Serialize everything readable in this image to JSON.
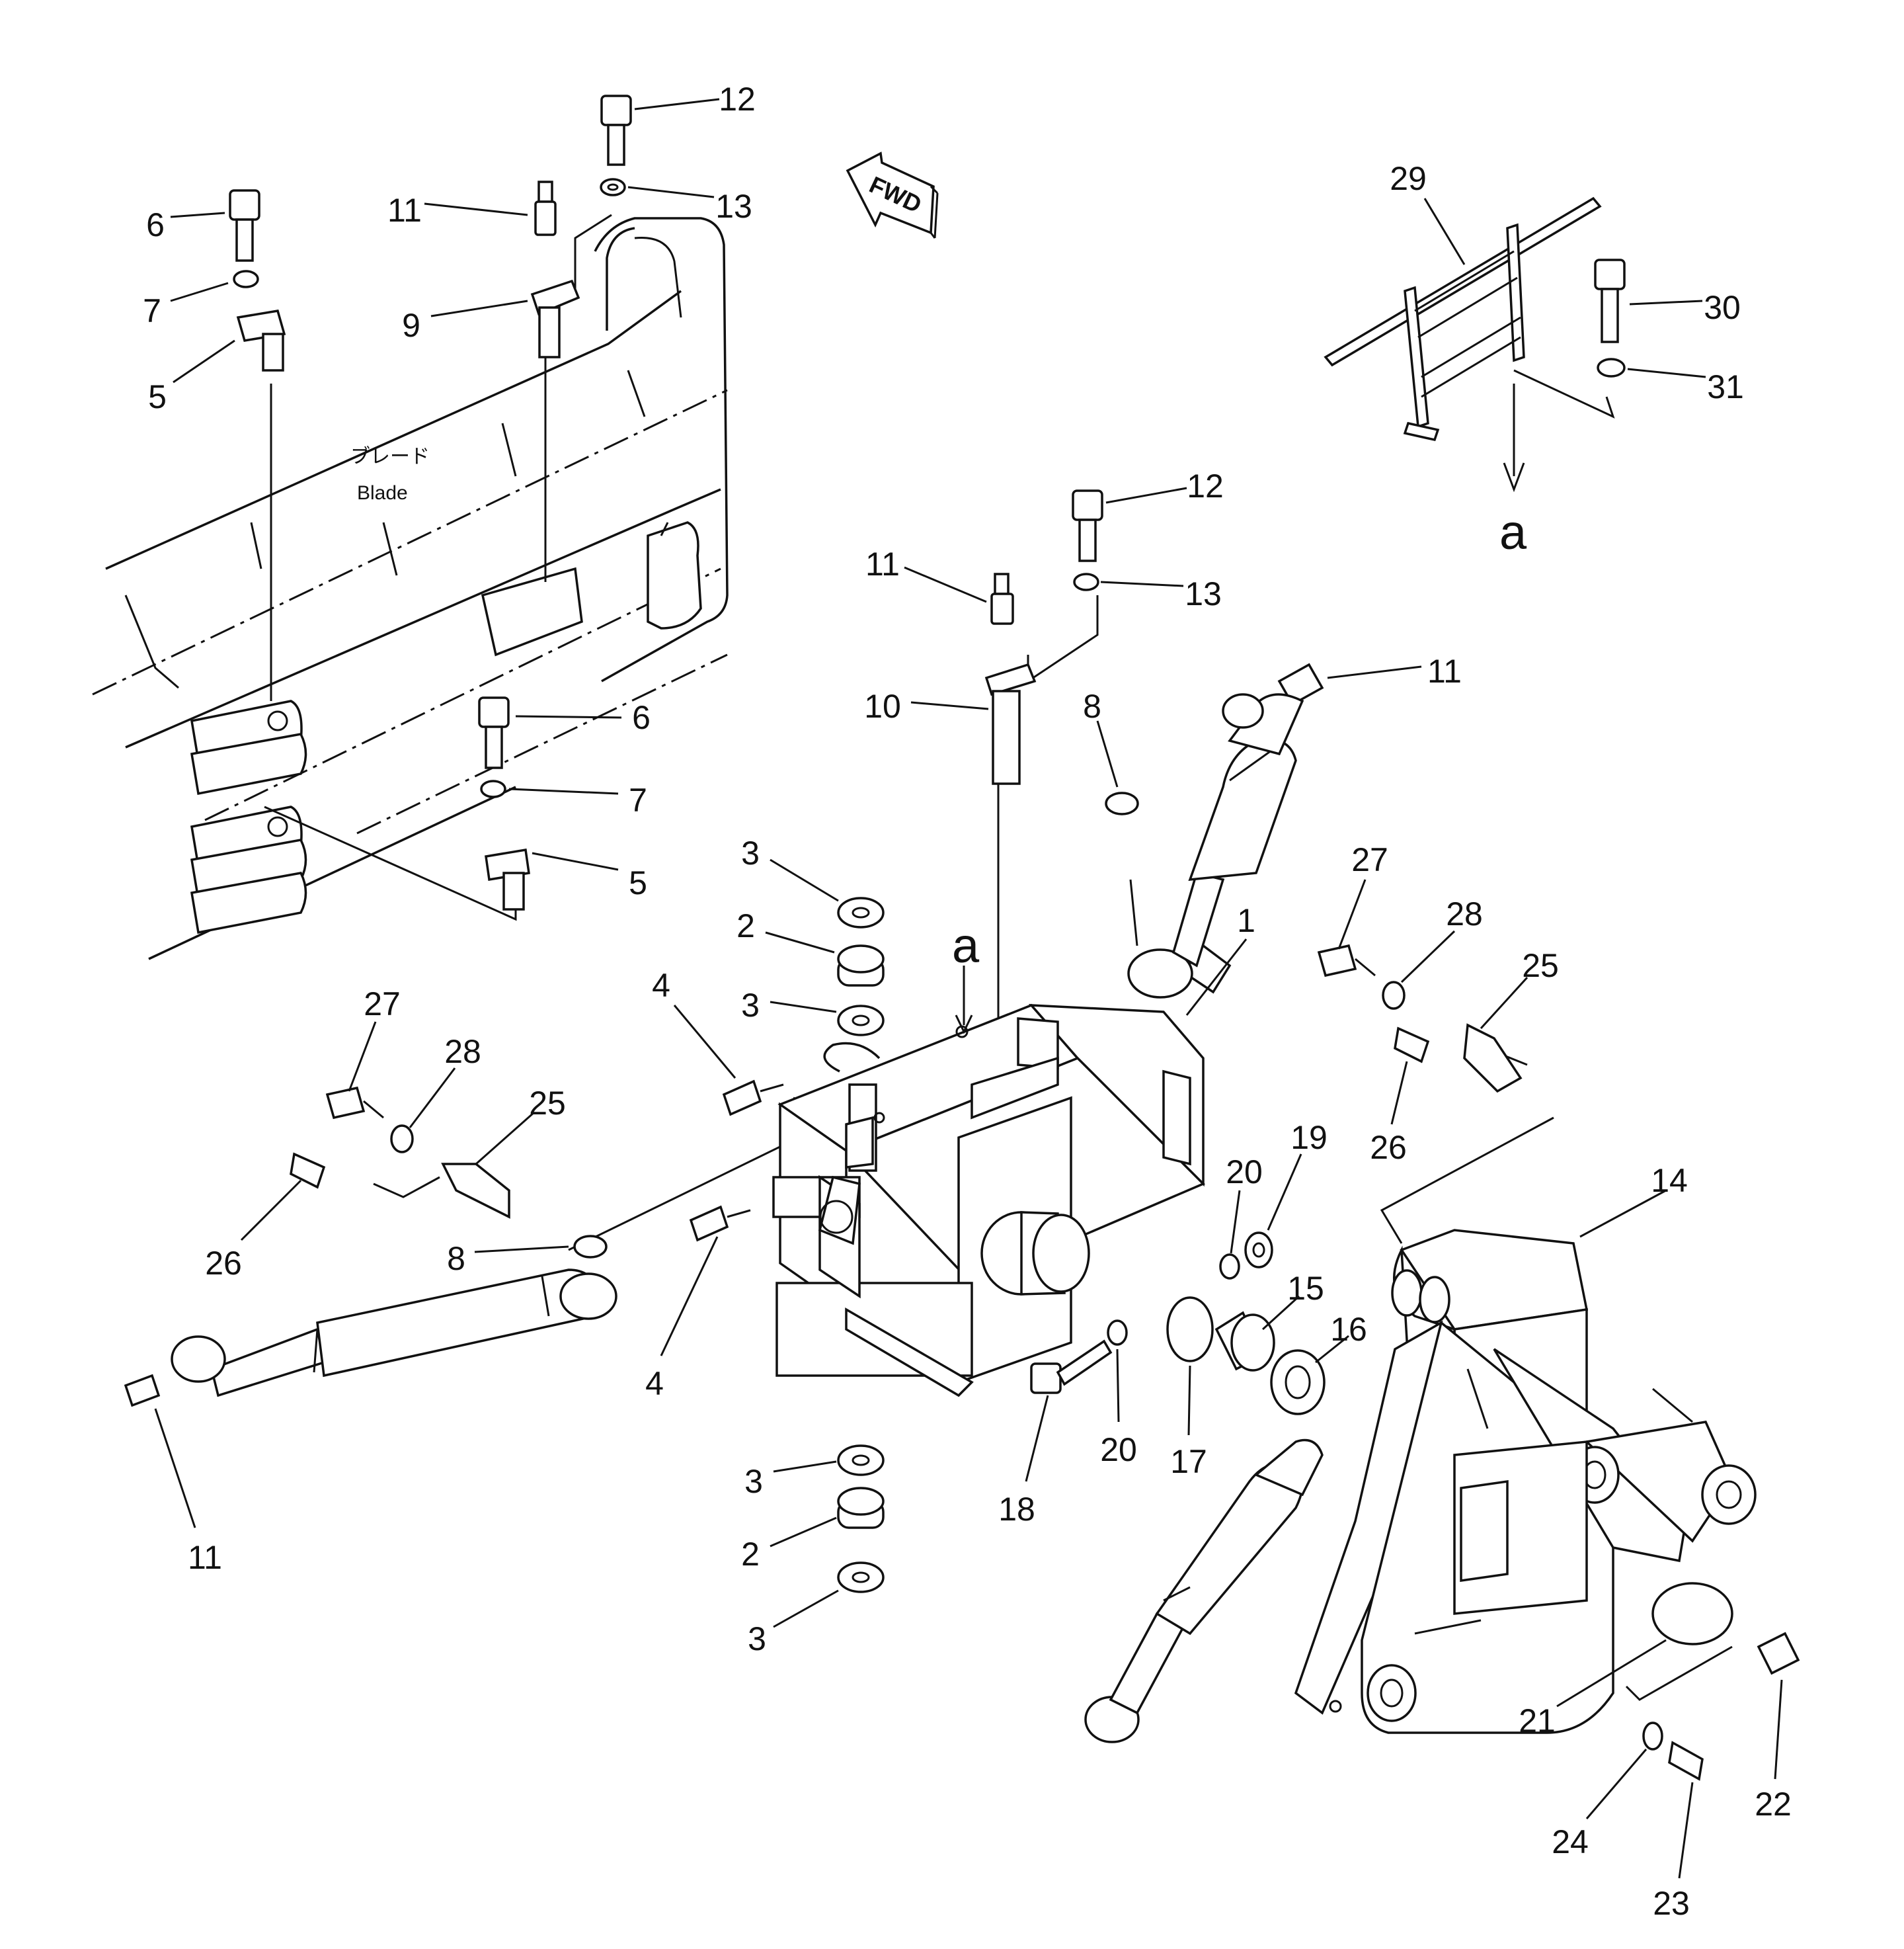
{
  "diagram": {
    "fwd_label": "FWD",
    "blade_label_jp": "ブレード",
    "blade_label_en": "Blade",
    "reference_letters": [
      "a",
      "a"
    ],
    "part_numbers": [
      "1",
      "2",
      "2",
      "3",
      "3",
      "3",
      "3",
      "4",
      "4",
      "5",
      "5",
      "6",
      "6",
      "7",
      "7",
      "8",
      "8",
      "9",
      "10",
      "11",
      "11",
      "11",
      "11",
      "12",
      "12",
      "13",
      "13",
      "14",
      "15",
      "16",
      "17",
      "18",
      "19",
      "20",
      "20",
      "21",
      "22",
      "23",
      "24",
      "25",
      "25",
      "26",
      "26",
      "27",
      "27",
      "28",
      "28",
      "29",
      "30",
      "31"
    ]
  }
}
